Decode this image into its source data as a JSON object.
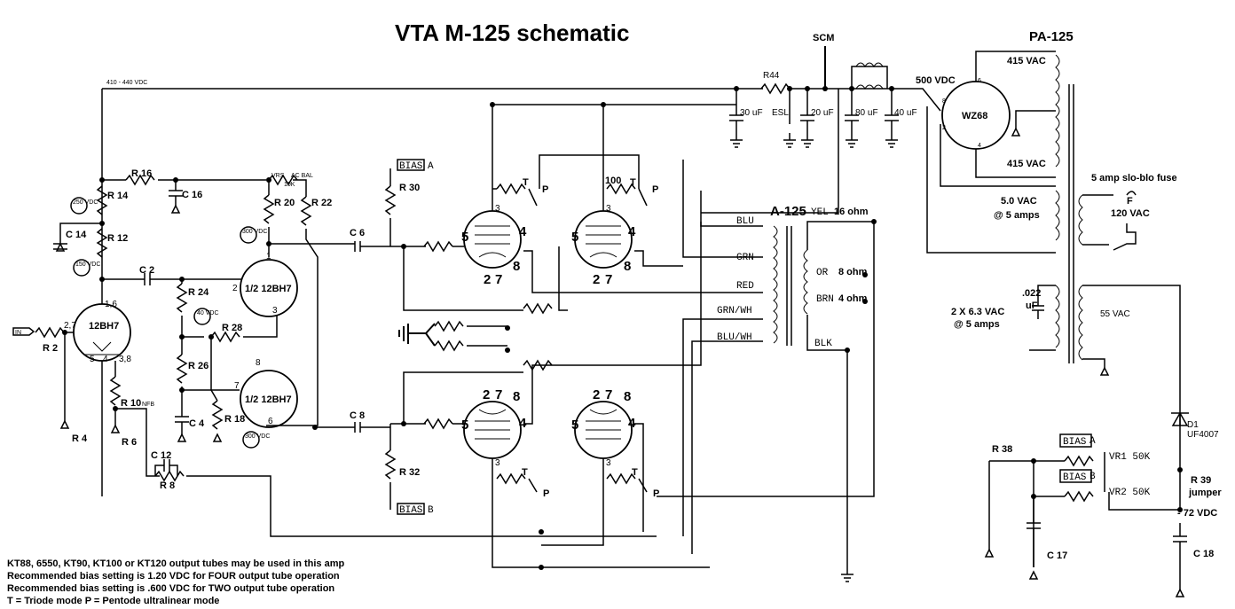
{
  "title": "VTA M-125 schematic",
  "supply": {
    "hv_rail": "410 - 440 VDC",
    "b_plus": "500 VDC",
    "scm": "SCM",
    "r44": "R44",
    "caps": [
      "30 uF",
      "20 uF",
      "80 uF",
      "40 uF"
    ],
    "esl": "ESL"
  },
  "power_section": {
    "title": "PA-125",
    "rectifier": "WZ68",
    "hv_top": "415 VAC",
    "hv_bottom": "415 VAC",
    "fil_5v": "5.0 VAC",
    "fil_5v_current": "@ 5 amps",
    "fuse": "5 amp slo-blo fuse",
    "mains": "120 VAC",
    "fuse_label": "F",
    "heater": "2 X 6.3 VAC",
    "heater_current": "@ 5 amps",
    "heater_cap": ".022",
    "heater_cap_unit": "uF",
    "bias_winding": "55 VAC",
    "rect_pins": [
      "6",
      "8",
      "2",
      "4"
    ]
  },
  "output_transformer": {
    "title": "A-125",
    "primary": [
      "BLU",
      "GRN",
      "RED",
      "GRN/WH",
      "BLU/WH"
    ],
    "secondary": [
      "YEL",
      "OR",
      "BRN",
      "BLK"
    ],
    "taps": [
      "16 ohm",
      "8 ohm",
      "4 ohm"
    ]
  },
  "front_end": {
    "resistors": [
      "R 16",
      "R 14",
      "R 12",
      "R 2",
      "R 4",
      "R 10",
      "R 6",
      "R 8",
      "R 20",
      "R 22",
      "R 24",
      "R 28",
      "R 26",
      "R 18",
      "R 30",
      "R 32"
    ],
    "caps": [
      "C 16",
      "C 14",
      "C 2",
      "C 4",
      "C 12",
      "C 6",
      "C 8"
    ],
    "tube1": "12BH7",
    "tube2": "1/2 12BH7",
    "tube3": "1/2 12BH7",
    "tube1_pins": [
      "1,6",
      "2,7",
      "5",
      "4",
      "3,8"
    ],
    "tube2_pins": [
      "1",
      "2",
      "3"
    ],
    "tube3_pins": [
      "8",
      "7",
      "6"
    ],
    "vrs": "VRS",
    "ac_bal": "AC  BAL",
    "vr_val": "10K",
    "nfb": "NFB",
    "input": "IN",
    "bias_a": "BIAS",
    "bias_a_ch": "A",
    "bias_b": "BIAS",
    "bias_b_ch": "B",
    "volt_250": "250 VDC",
    "volt_150": "150 VDC",
    "volt_300a": "300 VDC",
    "volt_40": "40 VDC",
    "volt_300b": "300 VDC"
  },
  "output_stage": {
    "screen_r": "100",
    "t": "T",
    "p": "P",
    "pins_top": [
      "3",
      "5",
      "4",
      "2",
      "7",
      "8"
    ],
    "pins_bottom": [
      "2",
      "7",
      "8",
      "5",
      "4",
      "3"
    ]
  },
  "bias_supply": {
    "r38": "R 38",
    "vr1": "VR1  50K",
    "vr2": "VR2  50K",
    "bias_a": "BIAS",
    "bias_a_ch": "A",
    "bias_b": "BIAS",
    "bias_b_ch": "B",
    "c17": "C 17",
    "c18": "C 18",
    "diode": "D1",
    "diode_part": "UF4007",
    "r39": "R 39",
    "r39_note": "jumper",
    "neg": "- 72 VDC"
  },
  "notes": [
    "KT88, 6550, KT90, KT100 or KT120 output tubes may be used in this amp",
    "Recommended bias setting is 1.20 VDC for FOUR output tube operation",
    "Recommended bias setting is .600 VDC for TWO output tube operation",
    "T =  Triode mode       P = Pentode ultralinear mode"
  ]
}
